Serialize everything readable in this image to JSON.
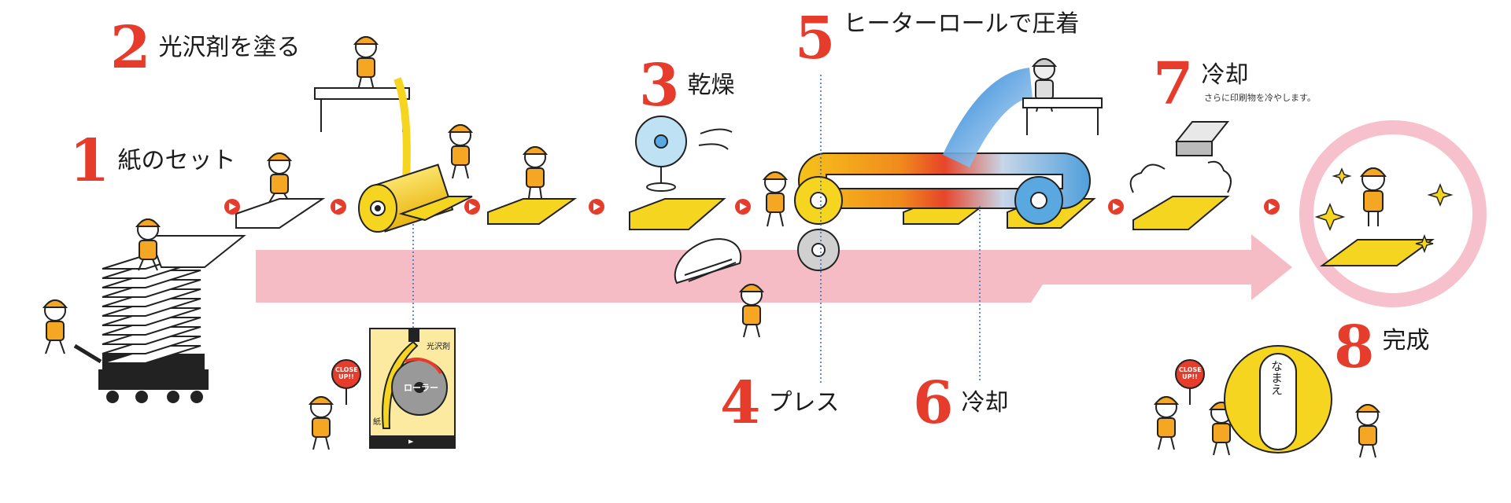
{
  "steps": [
    {
      "num": "1",
      "label": "紙のセット"
    },
    {
      "num": "2",
      "label": "光沢剤を塗る"
    },
    {
      "num": "3",
      "label": "乾燥"
    },
    {
      "num": "4",
      "label": "プレス"
    },
    {
      "num": "5",
      "label": "ヒーターロールで圧着"
    },
    {
      "num": "6",
      "label": "冷却"
    },
    {
      "num": "7",
      "label": "冷却",
      "sub": "さらに印刷物を冷やします。"
    },
    {
      "num": "8",
      "label": "完成"
    }
  ],
  "closeup": {
    "badge": "CLOSE UP!!",
    "gloss_label": "光沢剤",
    "roller_label": "ローラー",
    "paper_label": "紙"
  },
  "finish": {
    "name_plate": "なまえ"
  },
  "colors": {
    "accent_red": "#e63c2c",
    "paper_yellow": "#f6d520",
    "worker_orange": "#f5a623",
    "arrow_pink": "#f4b8c2",
    "belt_blue": "#5aa8e0"
  }
}
